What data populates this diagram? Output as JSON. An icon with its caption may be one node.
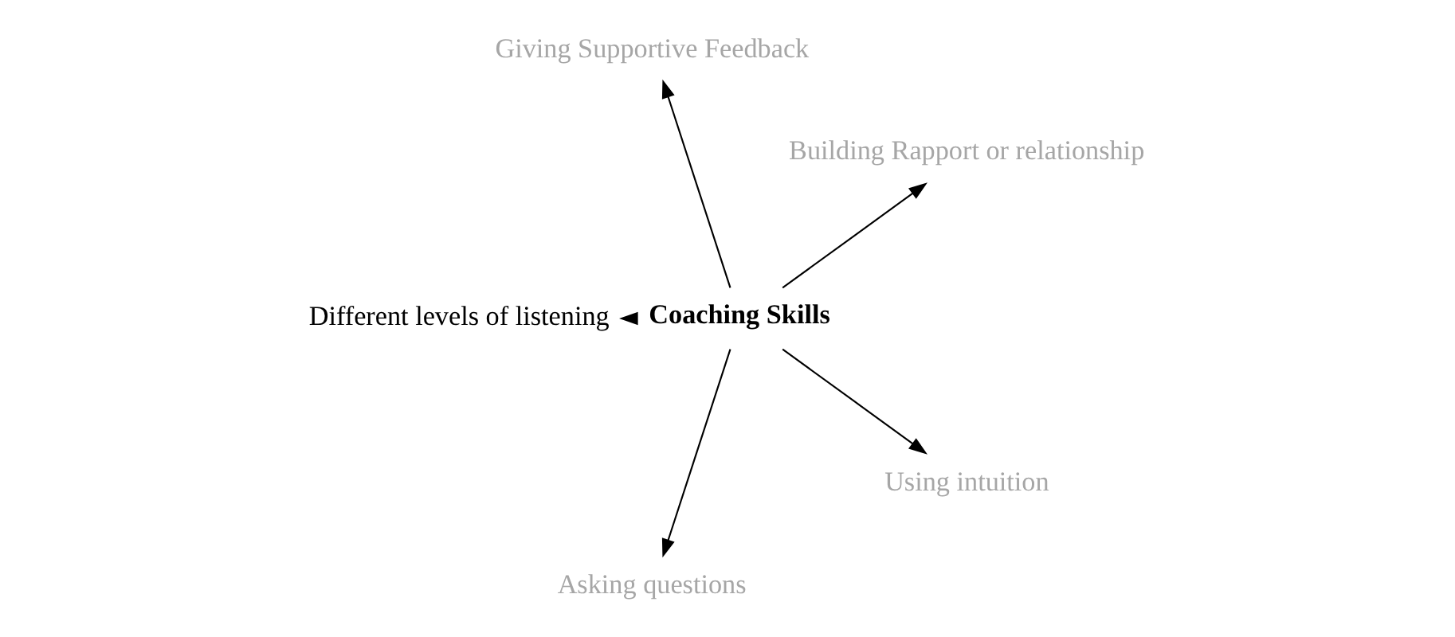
{
  "diagram": {
    "nodes": [
      {
        "text": [
          "Building Rapport or relationship"
        ]
      },
      {
        "text": [
          "Giving Supportive Feedback"
        ]
      },
      {
        "text": [
          "Coaching Skills"
        ]
      },
      {
        "text": [
          "Different levels of listening"
        ]
      },
      {
        "text": [
          "Asking questions"
        ]
      },
      {
        "text": [
          "Using intuition"
        ]
      }
    ],
    "edges": [
      {
        "from": 2,
        "to": 0,
        "arrow": "to"
      },
      {
        "from": 2,
        "to": 1,
        "arrow": "to"
      },
      {
        "from": 2,
        "to": 3,
        "arrow": "to"
      },
      {
        "from": 2,
        "to": 4,
        "arrow": "to"
      },
      {
        "from": 2,
        "to": 5,
        "arrow": "to"
      }
    ]
  }
}
